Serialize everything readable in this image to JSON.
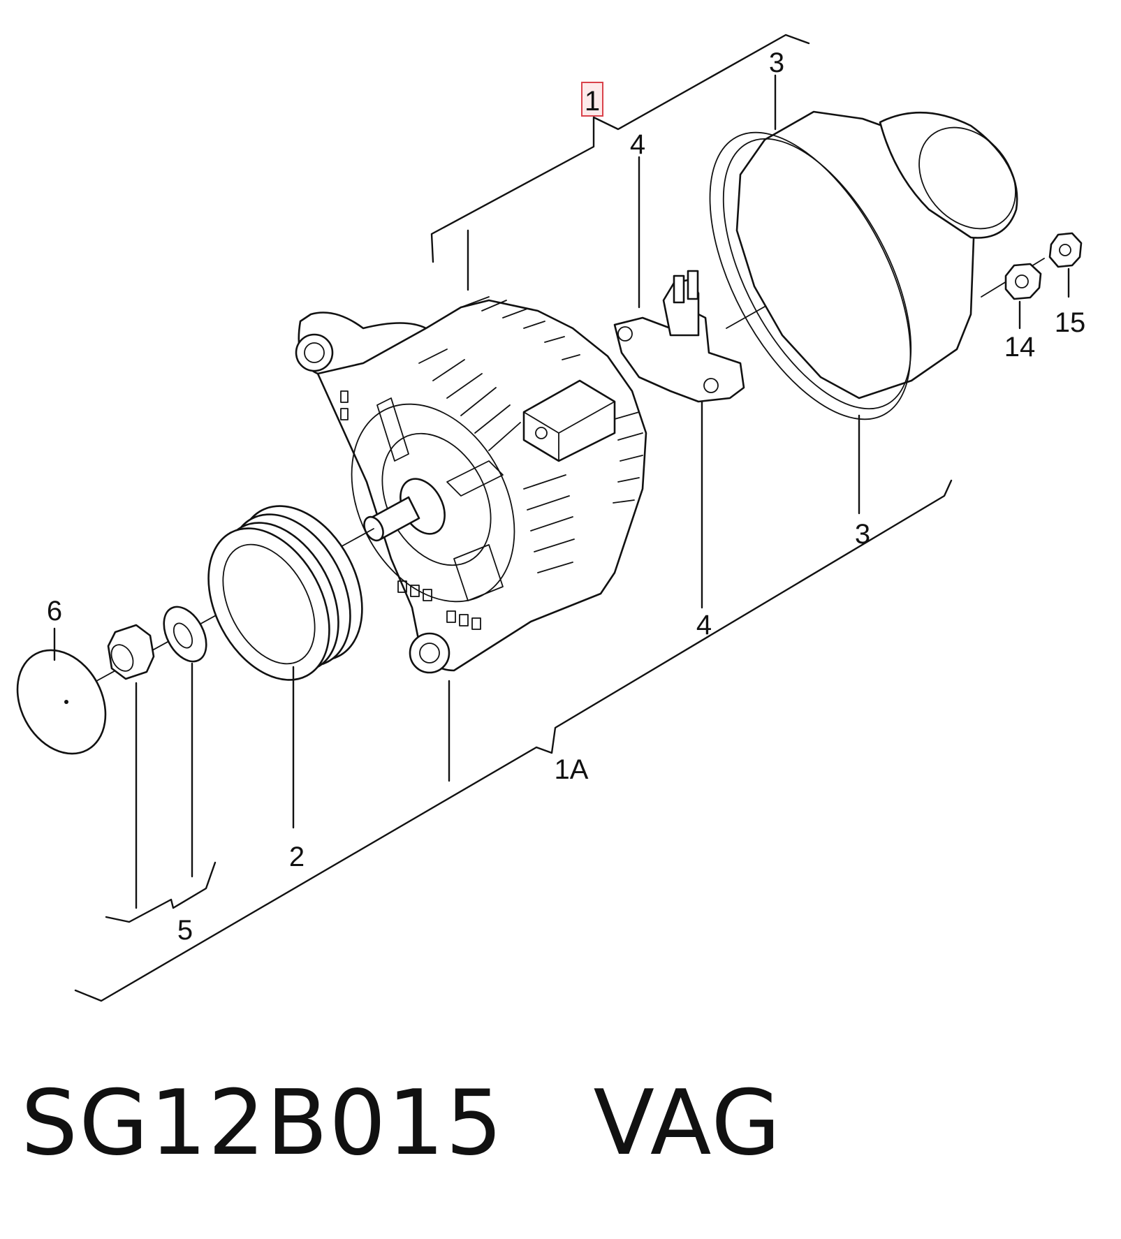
{
  "diagram": {
    "callouts": {
      "c1": "1",
      "c1a": "1A",
      "c2": "2",
      "c3_top": "3",
      "c3_bottom": "3",
      "c4_top": "4",
      "c4_bottom": "4",
      "c5": "5",
      "c6": "6",
      "c14": "14",
      "c15": "15"
    },
    "highlighted_callout": "1",
    "highlight_color": "#d9414a"
  },
  "caption": {
    "text": "SG12B015   VAG"
  }
}
